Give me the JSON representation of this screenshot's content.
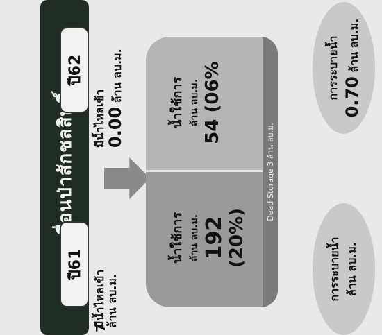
{
  "title": "เขื่อนป่าสักชลสิทธิ์",
  "years": {
    "left": "ปี61",
    "right": "ปี62"
  },
  "inflow": {
    "left_label": "มีน้ำไหลเข้า",
    "left_unit": "ล้าน ลบ.ม.",
    "right_label": "มีน้ำไหลเข้า",
    "right_value": "0.00",
    "right_unit": "ล้าน ลบ.ม."
  },
  "reservoir": {
    "left": {
      "label": "น้ำใช้การ",
      "unit": "ล้าน ลบ.ม.",
      "value": "192",
      "percent": "(20%)"
    },
    "right": {
      "label": "น้ำใช้การ",
      "unit": "ล้าน ลบ.ม.",
      "value": "54 (06%"
    },
    "dead_storage": "Dead Storage 3 ล้าน ลบ.ม."
  },
  "release": {
    "left_label": "การระบายน้ำ",
    "left_unit": "ล้าน ลบ.ม.",
    "right_label": "การระบายน้ำ",
    "right_value": "0.70",
    "right_unit": "ล้าน ลบ.ม."
  },
  "edge_number": "7"
}
